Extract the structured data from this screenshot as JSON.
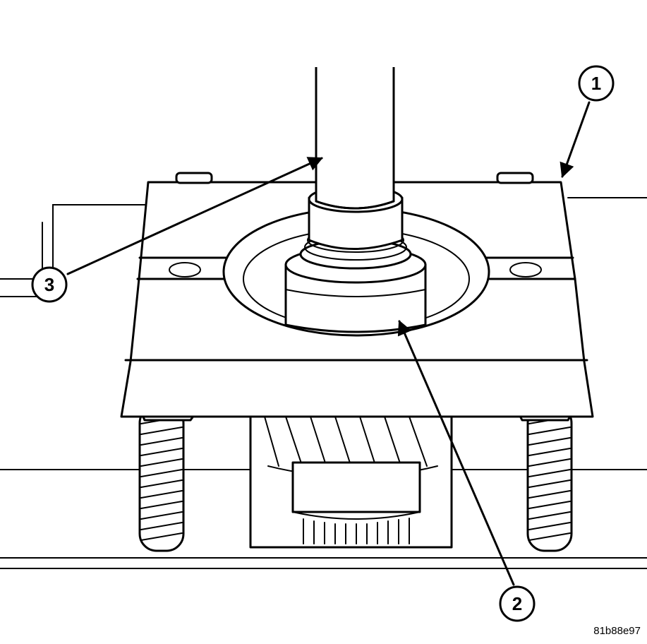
{
  "callouts": [
    {
      "label": "1"
    },
    {
      "label": "2"
    },
    {
      "label": "3"
    }
  ],
  "figure_code": "81b88e97"
}
